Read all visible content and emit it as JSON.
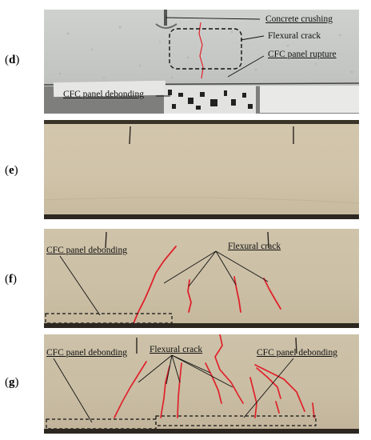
{
  "panels": [
    {
      "label": "d",
      "annotations": [
        "Concrete crushing",
        "Flexural crack",
        "CFC panel rupture",
        "CFC panel debonding"
      ]
    },
    {
      "label": "e",
      "annotations": []
    },
    {
      "label": "f",
      "annotations": [
        "Flexural crack",
        "CFC panel debonding"
      ]
    },
    {
      "label": "g",
      "annotations": [
        "Flexural crack",
        "CFC panel debonding",
        "CFC panel debonding"
      ]
    }
  ],
  "colors": {
    "crack": "#e0212a",
    "box_line": "#111111"
  }
}
